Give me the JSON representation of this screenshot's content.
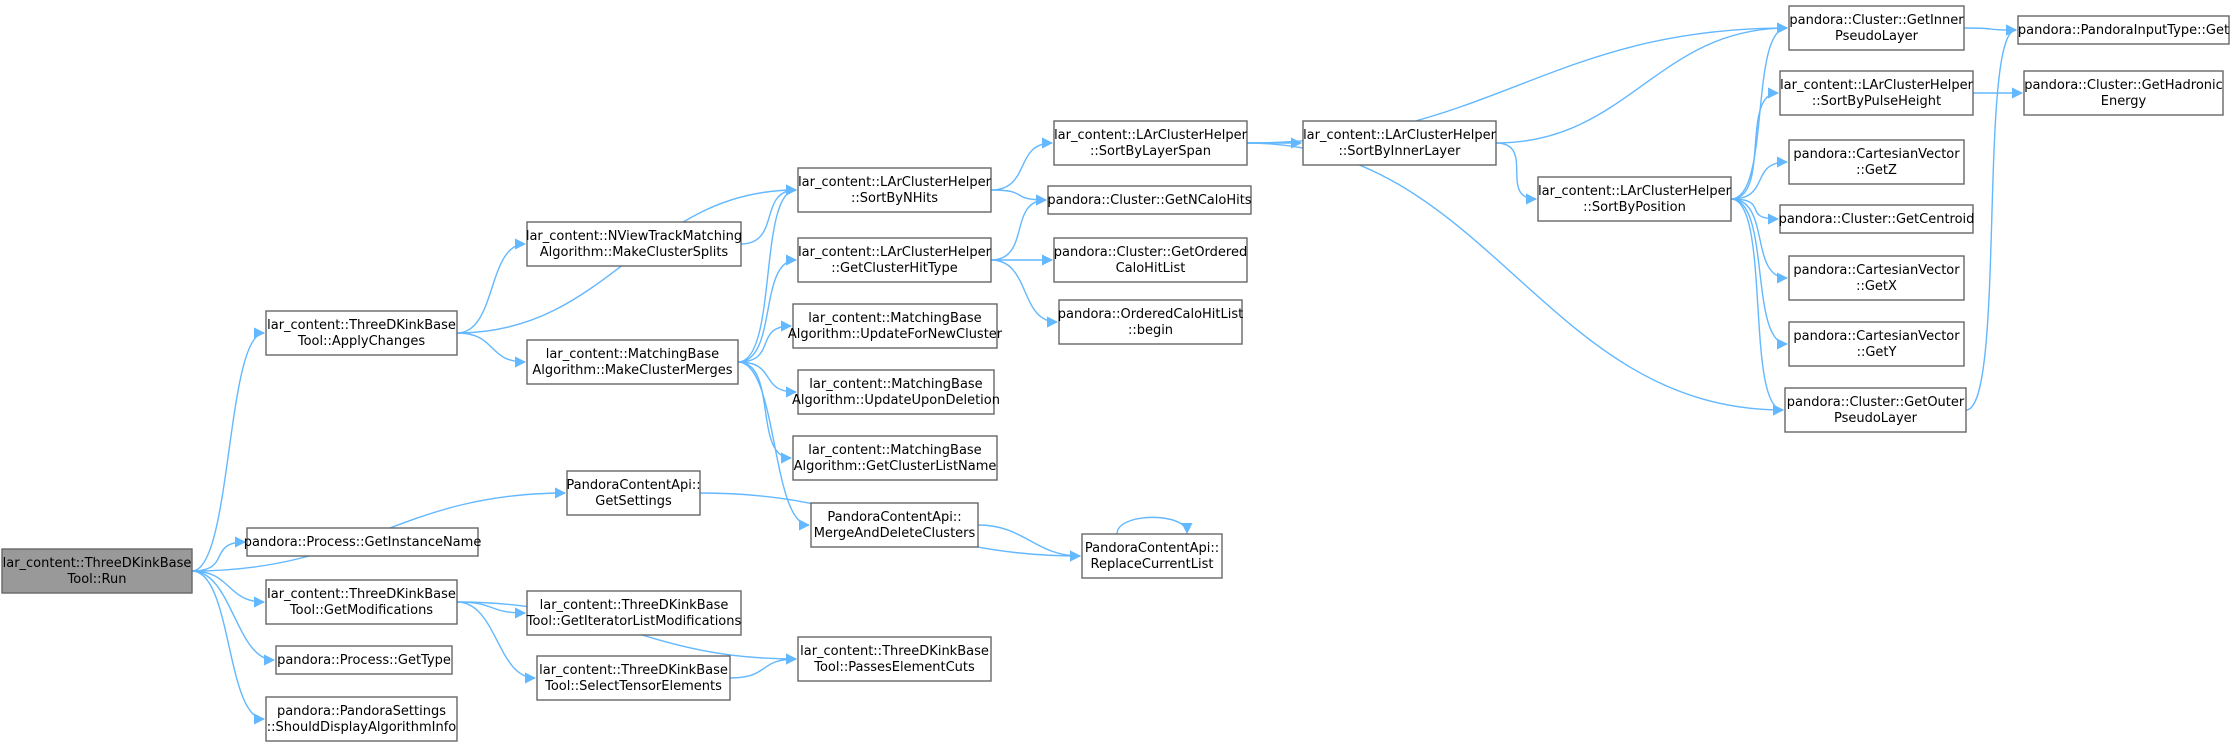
{
  "diagram": {
    "type": "call-graph",
    "colors": {
      "edge": "#63b8ff",
      "node_border": "#666666",
      "root_fill": "#999999",
      "node_fill": "#ffffff"
    },
    "nodes": [
      {
        "id": "run",
        "lines": [
          "lar_content::ThreeDKinkBase",
          "Tool::Run"
        ],
        "root": true
      },
      {
        "id": "applychanges",
        "lines": [
          "lar_content::ThreeDKinkBase",
          "Tool::ApplyChanges"
        ]
      },
      {
        "id": "getsettings",
        "lines": [
          "PandoraContentApi::",
          "GetSettings"
        ]
      },
      {
        "id": "getinstancename",
        "lines": [
          "pandora::Process::GetInstanceName"
        ]
      },
      {
        "id": "getmodifications",
        "lines": [
          "lar_content::ThreeDKinkBase",
          "Tool::GetModifications"
        ]
      },
      {
        "id": "gettype",
        "lines": [
          "pandora::Process::GetType"
        ]
      },
      {
        "id": "shoulddisplay",
        "lines": [
          "pandora::PandoraSettings",
          "::ShouldDisplayAlgorithmInfo"
        ]
      },
      {
        "id": "makeclustersplits",
        "lines": [
          "lar_content::NViewTrackMatching",
          "Algorithm::MakeClusterSplits"
        ]
      },
      {
        "id": "makeclustermerges",
        "lines": [
          "lar_content::MatchingBase",
          "Algorithm::MakeClusterMerges"
        ]
      },
      {
        "id": "getiteratorlistmods",
        "lines": [
          "lar_content::ThreeDKinkBase",
          "Tool::GetIteratorListModifications"
        ]
      },
      {
        "id": "selecttensorelements",
        "lines": [
          "lar_content::ThreeDKinkBase",
          "Tool::SelectTensorElements"
        ]
      },
      {
        "id": "sortbynhits",
        "lines": [
          "lar_content::LArClusterHelper",
          "::SortByNHits"
        ]
      },
      {
        "id": "getclusterhittype",
        "lines": [
          "lar_content::LArClusterHelper",
          "::GetClusterHitType"
        ]
      },
      {
        "id": "updatefornewcluster",
        "lines": [
          "lar_content::MatchingBase",
          "Algorithm::UpdateForNewCluster"
        ]
      },
      {
        "id": "updatupondeletion",
        "lines": [
          "lar_content::MatchingBase",
          "Algorithm::UpdateUponDeletion"
        ]
      },
      {
        "id": "getclusterlistname",
        "lines": [
          "lar_content::MatchingBase",
          "Algorithm::GetClusterListName"
        ]
      },
      {
        "id": "mergeanddelete",
        "lines": [
          "PandoraContentApi::",
          "MergeAndDeleteClusters"
        ]
      },
      {
        "id": "passeselementcuts",
        "lines": [
          "lar_content::ThreeDKinkBase",
          "Tool::PassesElementCuts"
        ]
      },
      {
        "id": "sortbylayerspan",
        "lines": [
          "lar_content::LArClusterHelper",
          "::SortByLayerSpan"
        ]
      },
      {
        "id": "getncalohits",
        "lines": [
          "pandora::Cluster::GetNCaloHits"
        ]
      },
      {
        "id": "getorderedcalohitlist",
        "lines": [
          "pandora::Cluster::GetOrdered",
          "CaloHitList"
        ]
      },
      {
        "id": "orderedcalohitlistbegin",
        "lines": [
          "pandora::OrderedCaloHitList",
          "::begin"
        ]
      },
      {
        "id": "replacecurrentlist",
        "lines": [
          "PandoraContentApi::",
          "ReplaceCurrentList"
        ]
      },
      {
        "id": "sortbyinnerlayer",
        "lines": [
          "lar_content::LArClusterHelper",
          "::SortByInnerLayer"
        ]
      },
      {
        "id": "sortbyposition",
        "lines": [
          "lar_content::LArClusterHelper",
          "::SortByPosition"
        ]
      },
      {
        "id": "getinnerpseudolayer",
        "lines": [
          "pandora::Cluster::GetInner",
          "PseudoLayer"
        ]
      },
      {
        "id": "sortbypulseheight",
        "lines": [
          "lar_content::LArClusterHelper",
          "::SortByPulseHeight"
        ]
      },
      {
        "id": "getz",
        "lines": [
          "pandora::CartesianVector",
          "::GetZ"
        ]
      },
      {
        "id": "getcentroid",
        "lines": [
          "pandora::Cluster::GetCentroid"
        ]
      },
      {
        "id": "getx",
        "lines": [
          "pandora::CartesianVector",
          "::GetX"
        ]
      },
      {
        "id": "gety",
        "lines": [
          "pandora::CartesianVector",
          "::GetY"
        ]
      },
      {
        "id": "getouterpseudolayer",
        "lines": [
          "pandora::Cluster::GetOuter",
          "PseudoLayer"
        ]
      },
      {
        "id": "inputtypeget",
        "lines": [
          "pandora::PandoraInputType::Get"
        ]
      },
      {
        "id": "gethadronicenergy",
        "lines": [
          "pandora::Cluster::GetHadronic",
          "Energy"
        ]
      }
    ],
    "edges": [
      [
        "run",
        "applychanges"
      ],
      [
        "run",
        "getsettings"
      ],
      [
        "run",
        "getinstancename"
      ],
      [
        "run",
        "getmodifications"
      ],
      [
        "run",
        "gettype"
      ],
      [
        "run",
        "shoulddisplay"
      ],
      [
        "applychanges",
        "makeclustersplits"
      ],
      [
        "applychanges",
        "makeclustermerges"
      ],
      [
        "applychanges",
        "sortbynhits"
      ],
      [
        "makeclustersplits",
        "sortbynhits"
      ],
      [
        "makeclustermerges",
        "sortbynhits"
      ],
      [
        "makeclustermerges",
        "getclusterhittype"
      ],
      [
        "makeclustermerges",
        "updatefornewcluster"
      ],
      [
        "makeclustermerges",
        "updatupondeletion"
      ],
      [
        "makeclustermerges",
        "getclusterlistname"
      ],
      [
        "makeclustermerges",
        "mergeanddelete"
      ],
      [
        "getmodifications",
        "getiteratorlistmods"
      ],
      [
        "getmodifications",
        "selecttensorelements"
      ],
      [
        "getmodifications",
        "passeselementcuts"
      ],
      [
        "selecttensorelements",
        "passeselementcuts"
      ],
      [
        "getsettings",
        "replacecurrentlist"
      ],
      [
        "mergeanddelete",
        "replacecurrentlist"
      ],
      [
        "replacecurrentlist",
        "replacecurrentlist"
      ],
      [
        "sortbynhits",
        "sortbylayerspan"
      ],
      [
        "sortbynhits",
        "getncalohits"
      ],
      [
        "getclusterhittype",
        "getncalohits"
      ],
      [
        "getclusterhittype",
        "getorderedcalohitlist"
      ],
      [
        "getclusterhittype",
        "orderedcalohitlistbegin"
      ],
      [
        "sortbylayerspan",
        "sortbyinnerlayer"
      ],
      [
        "sortbylayerspan",
        "getinnerpseudolayer"
      ],
      [
        "sortbylayerspan",
        "getouterpseudolayer"
      ],
      [
        "sortbyinnerlayer",
        "sortbyposition"
      ],
      [
        "sortbyinnerlayer",
        "getinnerpseudolayer"
      ],
      [
        "sortbyposition",
        "getinnerpseudolayer"
      ],
      [
        "sortbyposition",
        "sortbypulseheight"
      ],
      [
        "sortbyposition",
        "getz"
      ],
      [
        "sortbyposition",
        "getcentroid"
      ],
      [
        "sortbyposition",
        "getx"
      ],
      [
        "sortbyposition",
        "gety"
      ],
      [
        "sortbyposition",
        "getouterpseudolayer"
      ],
      [
        "getinnerpseudolayer",
        "inputtypeget"
      ],
      [
        "getouterpseudolayer",
        "inputtypeget"
      ],
      [
        "sortbypulseheight",
        "gethadronicenergy"
      ]
    ]
  }
}
